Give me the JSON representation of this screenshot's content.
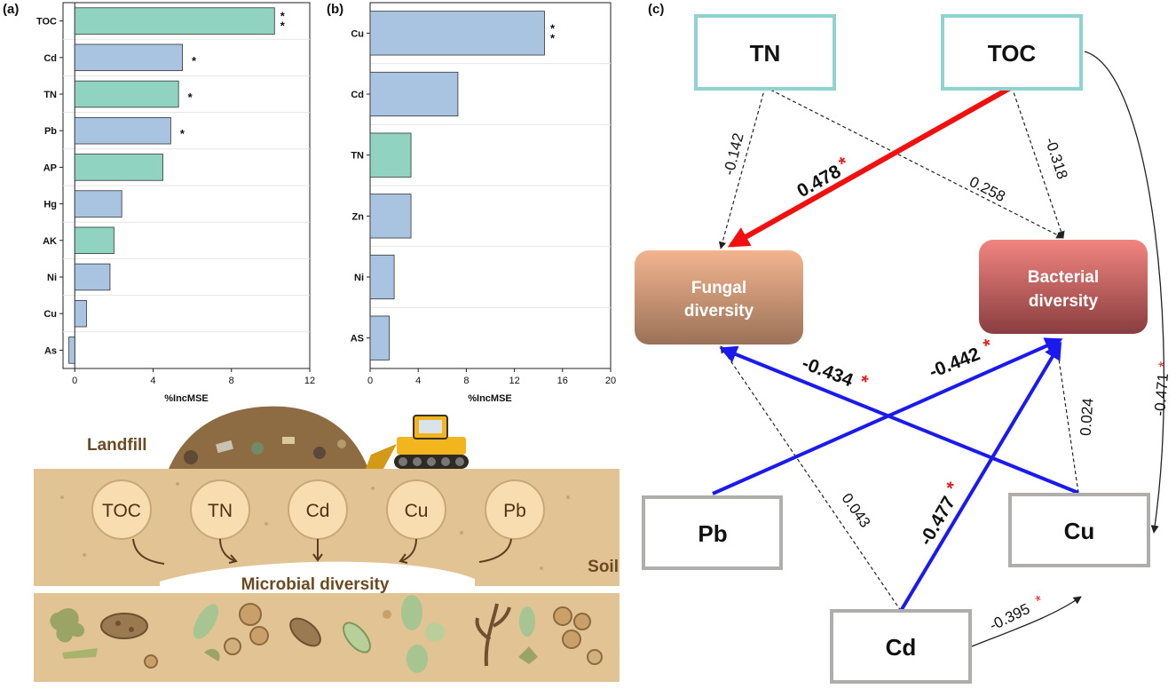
{
  "panels": {
    "a_label": "(a)",
    "b_label": "(b)",
    "c_label": "(c)"
  },
  "chart_data": [
    {
      "type": "bar",
      "orientation": "horizontal",
      "categories": [
        "TOC",
        "Cd",
        "TN",
        "Pb",
        "AP",
        "Hg",
        "AK",
        "Ni",
        "Cu",
        "As"
      ],
      "values": [
        10.2,
        5.5,
        5.3,
        4.9,
        4.5,
        2.4,
        2.0,
        1.8,
        0.6,
        -0.3
      ],
      "groups": [
        "nutrient",
        "metal",
        "nutrient",
        "metal",
        "nutrient",
        "metal",
        "nutrient",
        "metal",
        "metal",
        "metal"
      ],
      "significance": [
        "**",
        "*",
        "*",
        "*",
        "",
        "",
        "",
        "",
        "",
        ""
      ],
      "xlabel": "%IncMSE",
      "xticks": [
        0,
        4,
        8,
        12
      ],
      "xlim": [
        -0.6,
        12
      ],
      "colors": {
        "nutrient": "#8fd3c0",
        "metal": "#a9c4e0"
      }
    },
    {
      "type": "bar",
      "orientation": "horizontal",
      "categories": [
        "Cu",
        "Cd",
        "TN",
        "Zn",
        "Ni",
        "AS"
      ],
      "values": [
        14.5,
        7.3,
        3.4,
        3.4,
        2.0,
        1.6
      ],
      "groups": [
        "metal",
        "metal",
        "nutrient",
        "metal",
        "metal",
        "metal"
      ],
      "significance": [
        "**",
        "",
        "",
        "",
        "",
        ""
      ],
      "xlabel": "%IncMSE",
      "xticks": [
        0,
        4,
        8,
        12,
        16,
        20
      ],
      "xlim": [
        0,
        20
      ],
      "colors": {
        "nutrient": "#8fd3c0",
        "metal": "#a9c4e0"
      }
    }
  ],
  "illustration": {
    "landfill": "Landfill",
    "soil": "Soil",
    "microbial": "Microbial diversity",
    "circles": [
      "TOC",
      "TN",
      "Cd",
      "Cu",
      "Pb"
    ]
  },
  "diagram": {
    "nodes": {
      "tn": "TN",
      "toc": "TOC",
      "fungal_1": "Fungal",
      "fungal_2": "diversity",
      "bacterial_1": "Bacterial",
      "bacterial_2": "diversity",
      "pb": "Pb",
      "cu": "Cu",
      "cd": "Cd"
    },
    "paths": [
      {
        "from": "TN",
        "to": "Fungal diversity",
        "coef": "-0.142",
        "sig": "",
        "style": "dashed"
      },
      {
        "from": "TN",
        "to": "Bacterial diversity",
        "coef": "0.258",
        "sig": "",
        "style": "dashed"
      },
      {
        "from": "TOC",
        "to": "Fungal diversity",
        "coef": "0.478",
        "sig": "*",
        "style": "bold-red"
      },
      {
        "from": "TOC",
        "to": "Bacterial diversity",
        "coef": "-0.318",
        "sig": "",
        "style": "dashed"
      },
      {
        "from": "TOC",
        "to": "Cu",
        "coef": "-0.471",
        "sig": "*",
        "style": "solid"
      },
      {
        "from": "Cu",
        "to": "Fungal diversity",
        "coef": "-0.434",
        "sig": "*",
        "style": "bold-blue"
      },
      {
        "from": "Pb",
        "to": "Bacterial diversity",
        "coef": "-0.442",
        "sig": "*",
        "style": "bold-blue"
      },
      {
        "from": "Cu",
        "to": "Bacterial diversity",
        "coef": "0.024",
        "sig": "",
        "style": "dashed"
      },
      {
        "from": "Cd",
        "to": "Fungal diversity",
        "coef": "0.043",
        "sig": "",
        "style": "dashed"
      },
      {
        "from": "Cd",
        "to": "Bacterial diversity",
        "coef": "-0.477",
        "sig": "*",
        "style": "bold-blue"
      },
      {
        "from": "Cd",
        "to": "Cu",
        "coef": "-0.395",
        "sig": "*",
        "style": "solid"
      }
    ],
    "colors": {
      "nutrient_border": "#8fd3d0",
      "metal_border": "#b0adad",
      "positive": "#f01010",
      "negative": "#1a1aee",
      "fungal_top": "#f3b48f",
      "fungal_bottom": "#9a7258",
      "bacterial_top": "#f18580",
      "bacterial_bottom": "#8a3d3f"
    }
  }
}
